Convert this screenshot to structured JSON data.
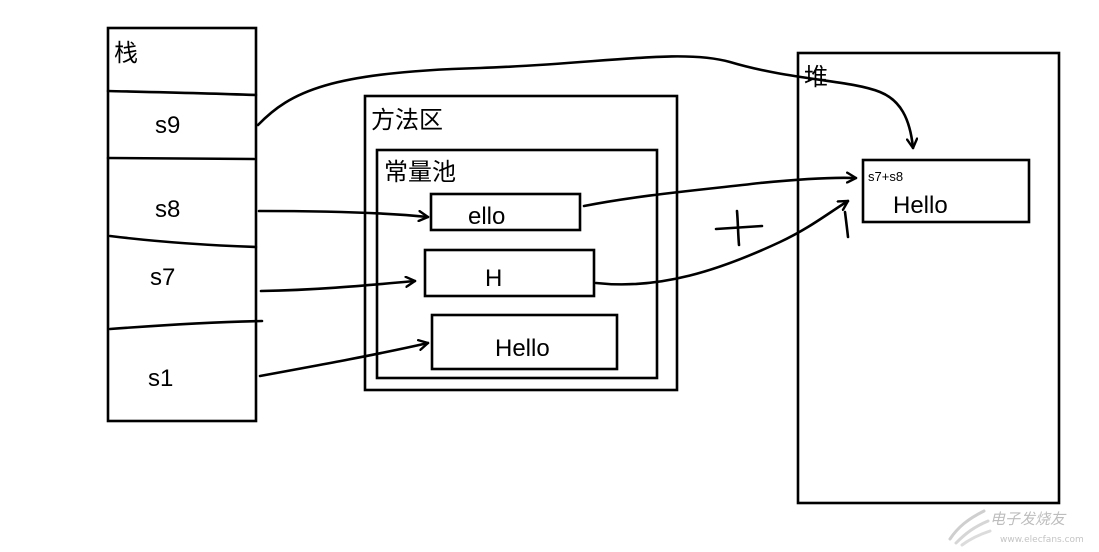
{
  "stack": {
    "title": "栈",
    "slots": [
      "s9",
      "s8",
      "s7",
      "s1"
    ]
  },
  "method_area": {
    "title": "方法区",
    "constant_pool": {
      "title": "常量池",
      "entries": [
        "ello",
        "H",
        "Hello"
      ]
    }
  },
  "heap": {
    "title": "堆",
    "object": {
      "caption": "s7+s8",
      "value": "Hello"
    }
  },
  "operator": "+",
  "watermark": {
    "text": "电子发烧友",
    "subtext": "www.elecfans.com"
  }
}
